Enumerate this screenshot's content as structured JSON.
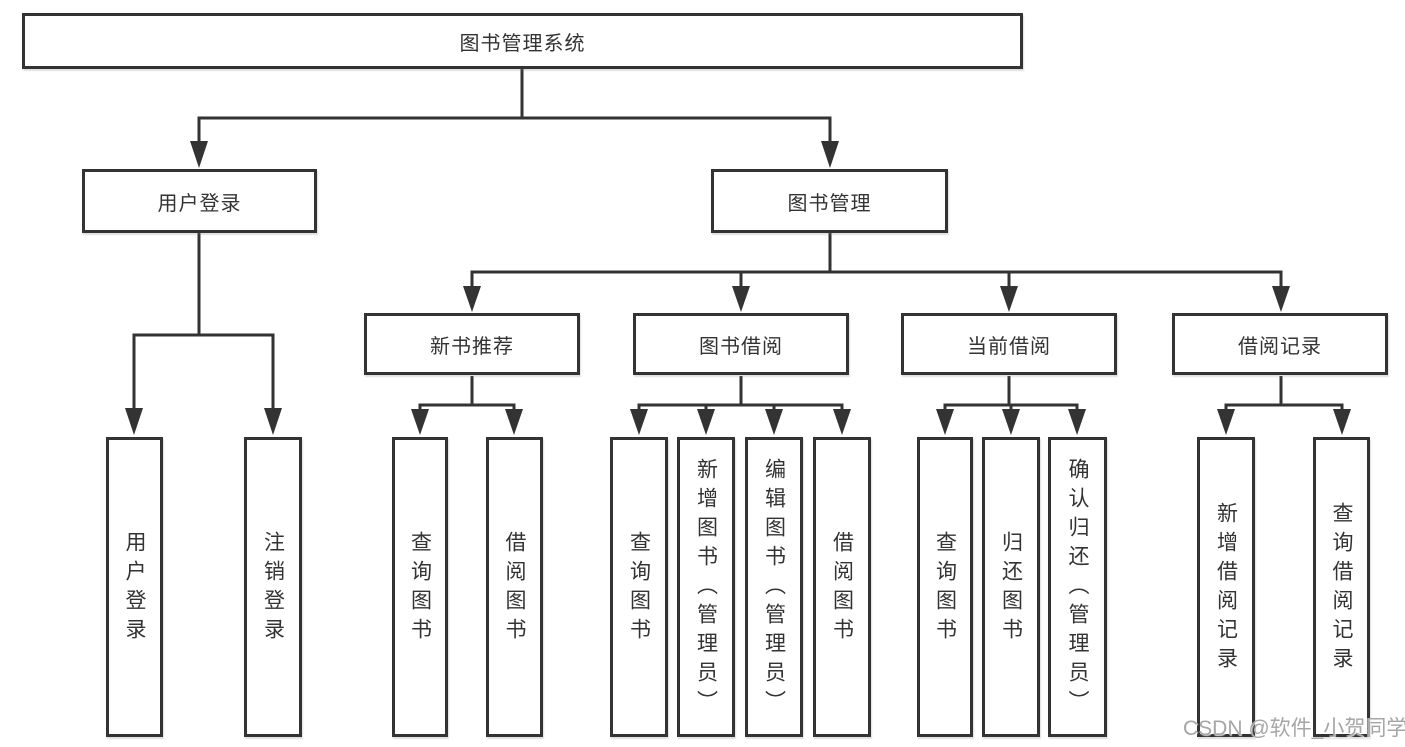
{
  "tree": {
    "root": {
      "label": "图书管理系统"
    },
    "branches": [
      {
        "label": "用户登录",
        "leaves": [
          {
            "label": "用户登录"
          },
          {
            "label": "注销登录"
          }
        ]
      },
      {
        "label": "图书管理",
        "groups": [
          {
            "label": "新书推荐",
            "leaves": [
              {
                "label": "查询图书"
              },
              {
                "label": "借阅图书"
              }
            ]
          },
          {
            "label": "图书借阅",
            "leaves": [
              {
                "label": "查询图书"
              },
              {
                "label": "新增图书（管理员）"
              },
              {
                "label": "编辑图书（管理员）"
              },
              {
                "label": "借阅图书"
              }
            ]
          },
          {
            "label": "当前借阅",
            "leaves": [
              {
                "label": "查询图书"
              },
              {
                "label": "归还图书"
              },
              {
                "label": "确认归还（管理员）"
              }
            ]
          },
          {
            "label": "借阅记录",
            "leaves": [
              {
                "label": "新增借阅记录"
              },
              {
                "label": "查询借阅记录"
              }
            ]
          }
        ]
      }
    ]
  },
  "watermark": "CSDN @软件_小贺同学",
  "colors": {
    "line": "#333333",
    "text": "#333333",
    "node_background": "#ffffff",
    "watermark": "#a6a6a6",
    "background": "#ffffff"
  }
}
